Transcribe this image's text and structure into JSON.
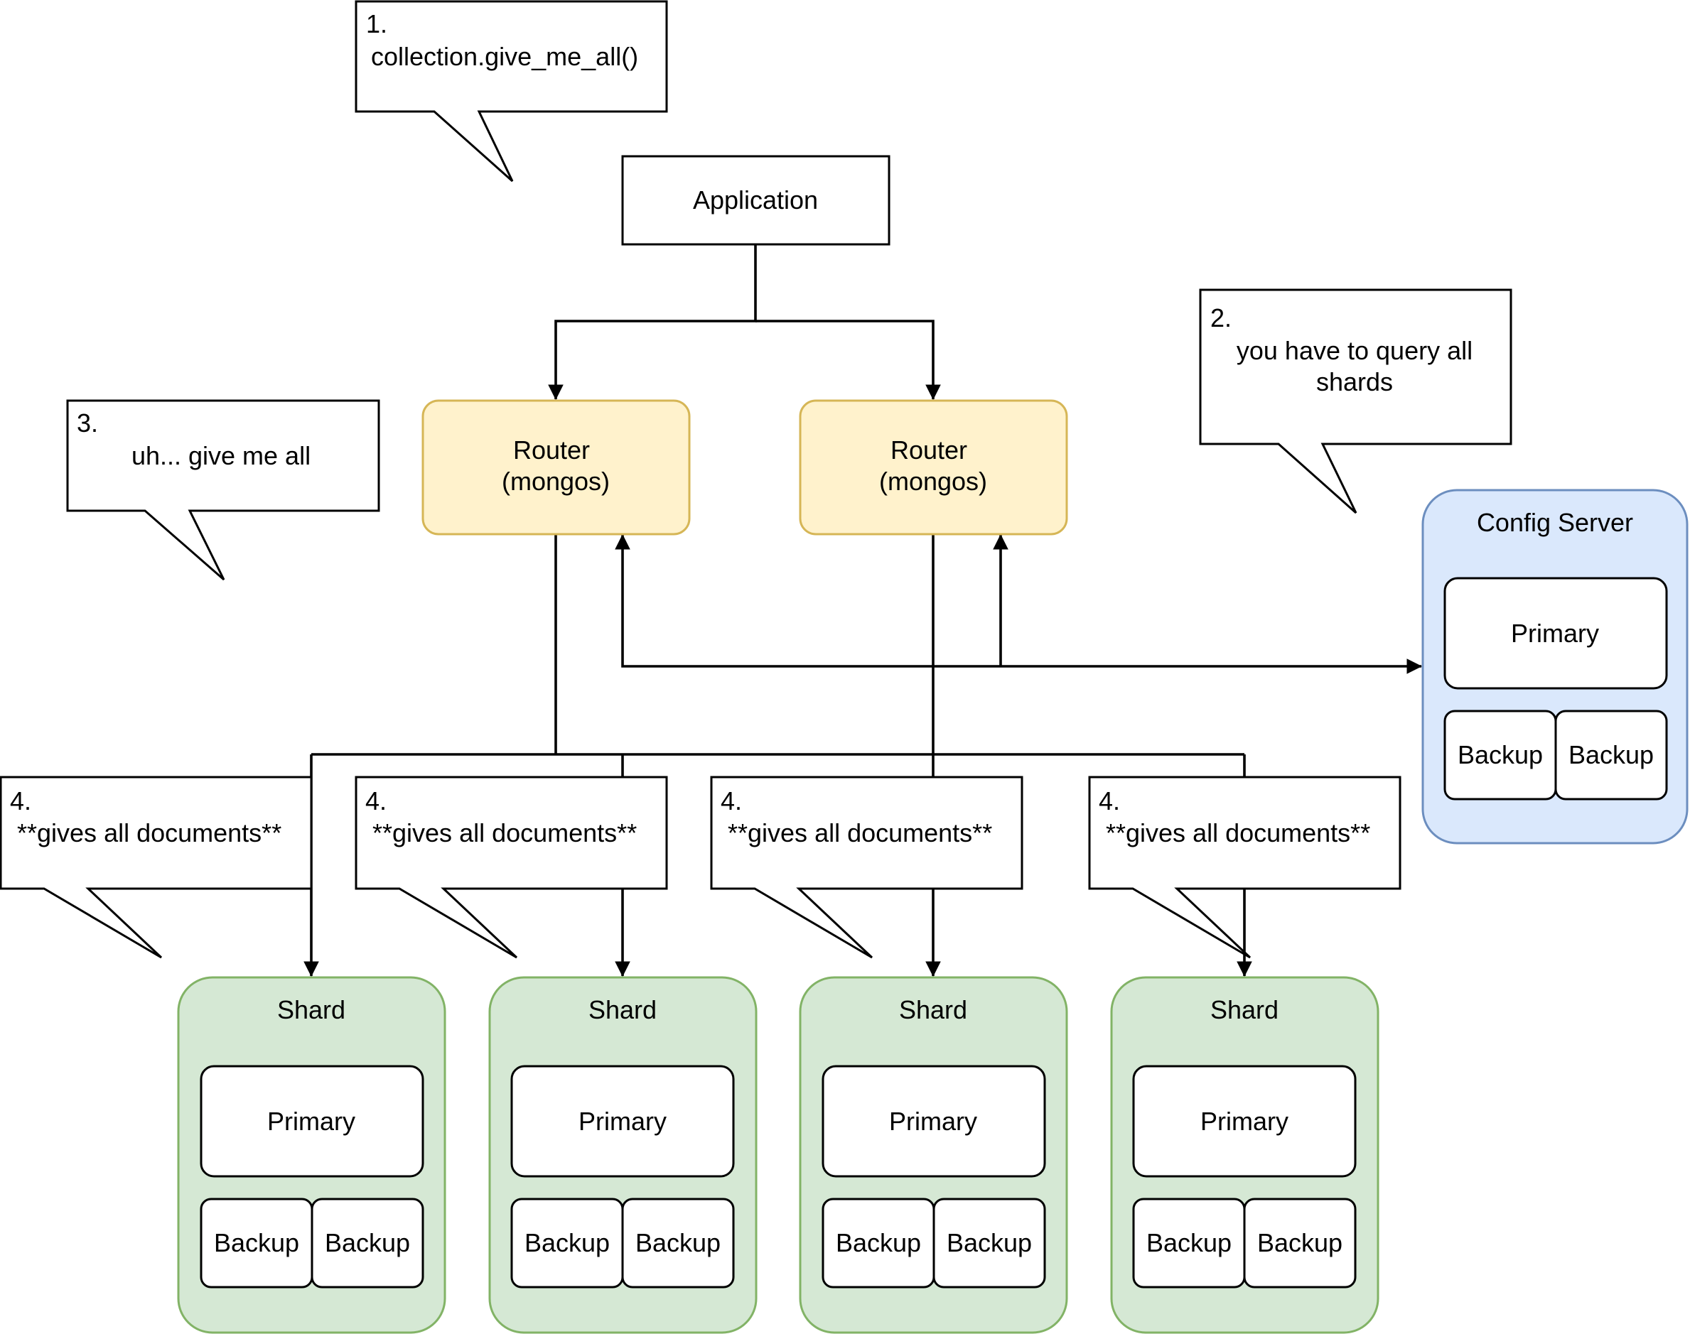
{
  "application": {
    "label": "Application"
  },
  "routers": [
    {
      "line1": "Router",
      "line2": "(mongos)"
    },
    {
      "line1": "Router",
      "line2": "(mongos)"
    }
  ],
  "config_server": {
    "title": "Config Server",
    "primary": "Primary",
    "backups": [
      "Backup",
      "Backup"
    ]
  },
  "shards": [
    {
      "title": "Shard",
      "primary": "Primary",
      "backups": [
        "Backup",
        "Backup"
      ]
    },
    {
      "title": "Shard",
      "primary": "Primary",
      "backups": [
        "Backup",
        "Backup"
      ]
    },
    {
      "title": "Shard",
      "primary": "Primary",
      "backups": [
        "Backup",
        "Backup"
      ]
    },
    {
      "title": "Shard",
      "primary": "Primary",
      "backups": [
        "Backup",
        "Backup"
      ]
    }
  ],
  "callouts": {
    "step1": {
      "num": "1.",
      "text": "collection.give_me_all()"
    },
    "step2": {
      "num": "2.",
      "line1": "you have to query all",
      "line2": "shards"
    },
    "step3": {
      "num": "3.",
      "text": "uh... give me all"
    },
    "step4": [
      {
        "num": "4.",
        "text": "**gives all documents**"
      },
      {
        "num": "4.",
        "text": "**gives all documents**"
      },
      {
        "num": "4.",
        "text": "**gives all documents**"
      },
      {
        "num": "4.",
        "text": "**gives all documents**"
      }
    ]
  },
  "colors": {
    "router_fill": "#fff2cc",
    "router_stroke": "#d6b656",
    "config_fill": "#dae8fc",
    "config_stroke": "#6c8ebf",
    "shard_fill": "#d5e8d4",
    "shard_stroke": "#82b366"
  }
}
